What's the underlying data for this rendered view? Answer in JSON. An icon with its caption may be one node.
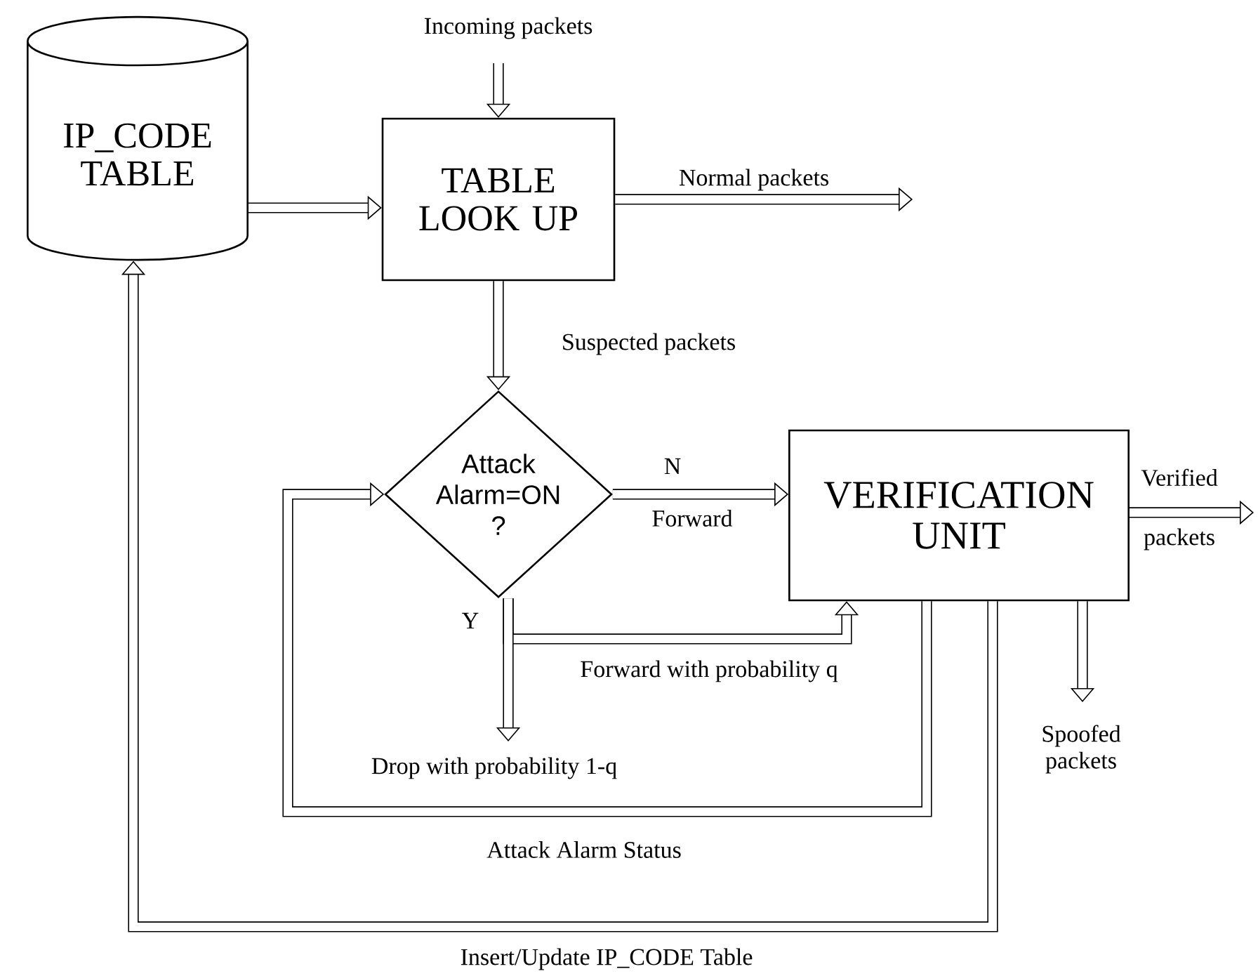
{
  "diagram": {
    "nodes": [
      {
        "text": [
          "IP_CODE TABLE"
        ]
      },
      {
        "text": [
          "TABLE LOOK UP"
        ]
      },
      {
        "text": [
          "Attack Alarm=ON ?"
        ]
      },
      {
        "text": [
          "VERIFICATION UNIT"
        ]
      }
    ],
    "edges": [
      {
        "from": null,
        "to": 1,
        "arrow": "to",
        "label": "Incoming packets"
      },
      {
        "from": 0,
        "to": 1,
        "arrow": "to"
      },
      {
        "from": 1,
        "to": null,
        "arrow": "to",
        "label": "Normal packets"
      },
      {
        "from": 1,
        "to": 2,
        "arrow": "to",
        "label": "Suspected packets"
      },
      {
        "from": 2,
        "to": 3,
        "arrow": "to",
        "label": "N"
      },
      {
        "from": 2,
        "to": 3,
        "arrow": "to",
        "label": "Forward with probability q"
      },
      {
        "from": 2,
        "to": null,
        "arrow": "to",
        "label": "Drop with probability 1-q"
      },
      {
        "from": 3,
        "to": null,
        "arrow": "to",
        "label": "Verified"
      },
      {
        "from": 3,
        "to": null,
        "arrow": "to",
        "label": "Spoofed packets"
      },
      {
        "from": 3,
        "to": 2,
        "arrow": "to",
        "label": "Attack Alarm Status"
      },
      {
        "from": 3,
        "to": 0,
        "arrow": "to",
        "label": "Insert/Update IP_CODE Table"
      }
    ],
    "labels": [
      "Forward",
      "packets",
      "Y"
    ]
  }
}
